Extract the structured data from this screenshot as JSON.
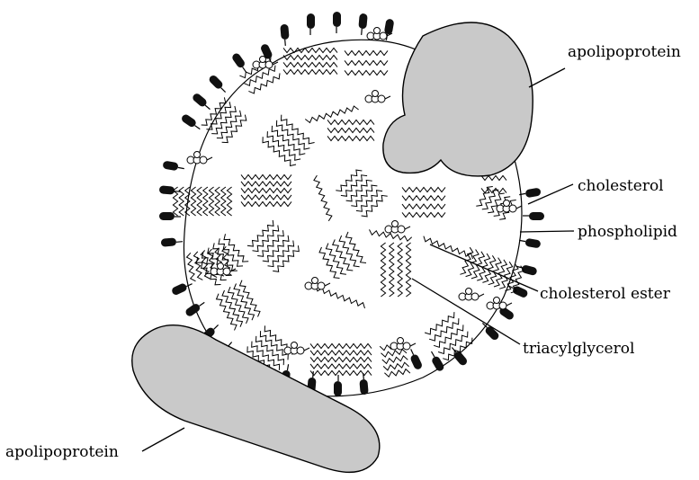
{
  "figure": {
    "labels": {
      "apolipoprotein_top": "apolipoprotein",
      "cholesterol": "cholesterol",
      "phospholipid": "phospholipid",
      "cholesterol_ester": "cholesterol ester",
      "triacylglycerol": "triacylglycerol",
      "apolipoprotein_bottom": "apolipoprotein"
    },
    "colors": {
      "apolipoprotein_fill": "#c9c9c9",
      "phospholipid_head": "#111111",
      "line": "#000000"
    }
  }
}
